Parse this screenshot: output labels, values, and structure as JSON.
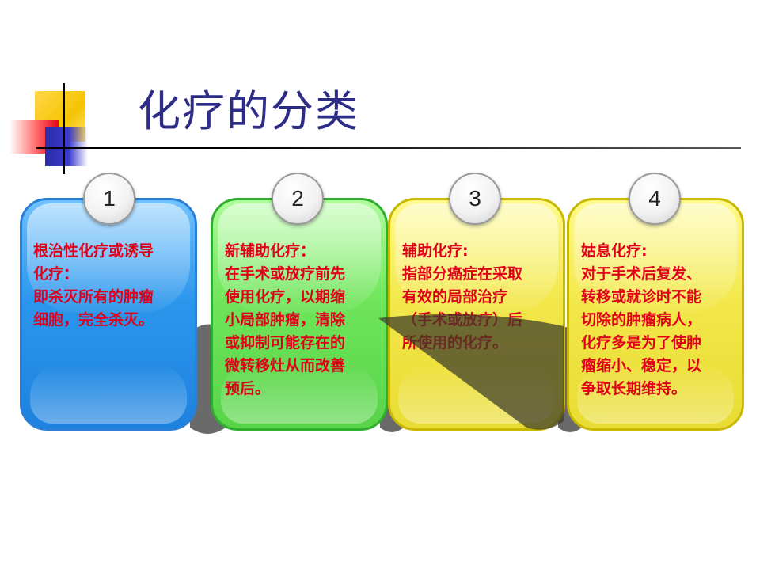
{
  "title": "化疗的分类",
  "cards": [
    {
      "number": "1",
      "text": "根治性化疗或诱导\n化疗：\n即杀灭所有的肿瘤\n细胞，完全杀灭。"
    },
    {
      "number": "2",
      "text": "新辅助化疗：\n在手术或放疗前先\n使用化疗，以期缩\n小局部肿瘤，清除\n或抑制可能存在的\n微转移灶从而改善\n预后。"
    },
    {
      "number": "3",
      "text": "辅助化疗:\n指部分癌症在采取\n有效的局部治疗\n（手术或放疗）后\n所使用的化疗。"
    },
    {
      "number": "4",
      "text": "姑息化疗:\n对于手术后复发、\n转移或就诊时不能\n切除的肿瘤病人，\n化疗多是为了使肿\n瘤缩小、稳定，以\n争取长期维持。"
    }
  ],
  "colors": {
    "title": "#2d2d88",
    "card_text": "#e0001a",
    "card1": "#2b96ec",
    "card2": "#6fe45a",
    "card3": "#f2e74a",
    "card4": "#f2e74a"
  }
}
